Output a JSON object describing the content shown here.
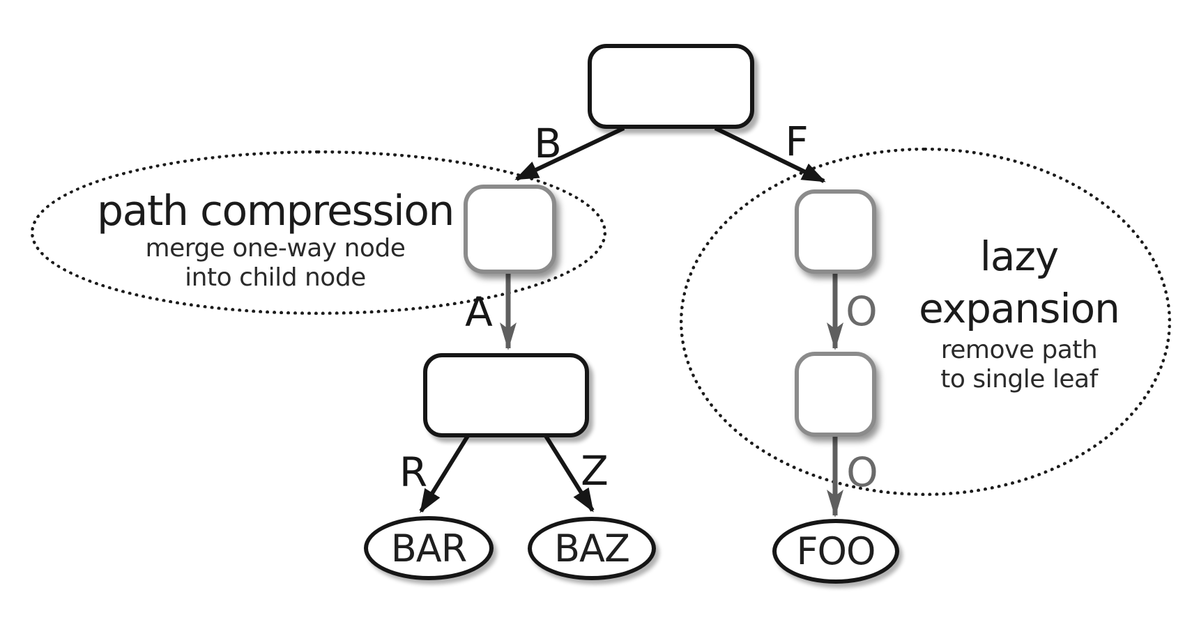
{
  "diagram": {
    "kind": "radix-tree-optimization-diagram",
    "colors": {
      "background": "#ffffff",
      "black_stroke": "#161616",
      "gray_node_border": "#8b8b8b",
      "gray_edge": "#5f5f5f",
      "gray_label": "#6a6a6a"
    },
    "tree": {
      "root": {
        "label": ""
      },
      "inner_nodes": [
        {
          "id": "node-b",
          "label": "",
          "style": "gray"
        },
        {
          "id": "node-ba",
          "label": "",
          "style": "black"
        },
        {
          "id": "node-f",
          "label": "",
          "style": "gray"
        },
        {
          "id": "node-fo",
          "label": "",
          "style": "gray"
        }
      ],
      "edges": {
        "b": {
          "label": "B",
          "color": "black"
        },
        "f": {
          "label": "F",
          "color": "black"
        },
        "a": {
          "label": "A",
          "color": "gray"
        },
        "r": {
          "label": "R",
          "color": "black"
        },
        "z": {
          "label": "Z",
          "color": "black"
        },
        "o1": {
          "label": "O",
          "color": "gray"
        },
        "o2": {
          "label": "O",
          "color": "gray"
        }
      },
      "leaves": {
        "bar": {
          "label": "BAR"
        },
        "baz": {
          "label": "BAZ"
        },
        "foo": {
          "label": "FOO"
        }
      }
    },
    "annotations": {
      "path_compression": {
        "title": "path compression",
        "desc_line1": "merge one-way node",
        "desc_line2": "into child node"
      },
      "lazy_expansion": {
        "title_line1": "lazy",
        "title_line2": "expansion",
        "desc_line1": "remove path",
        "desc_line2": "to single leaf"
      }
    }
  }
}
